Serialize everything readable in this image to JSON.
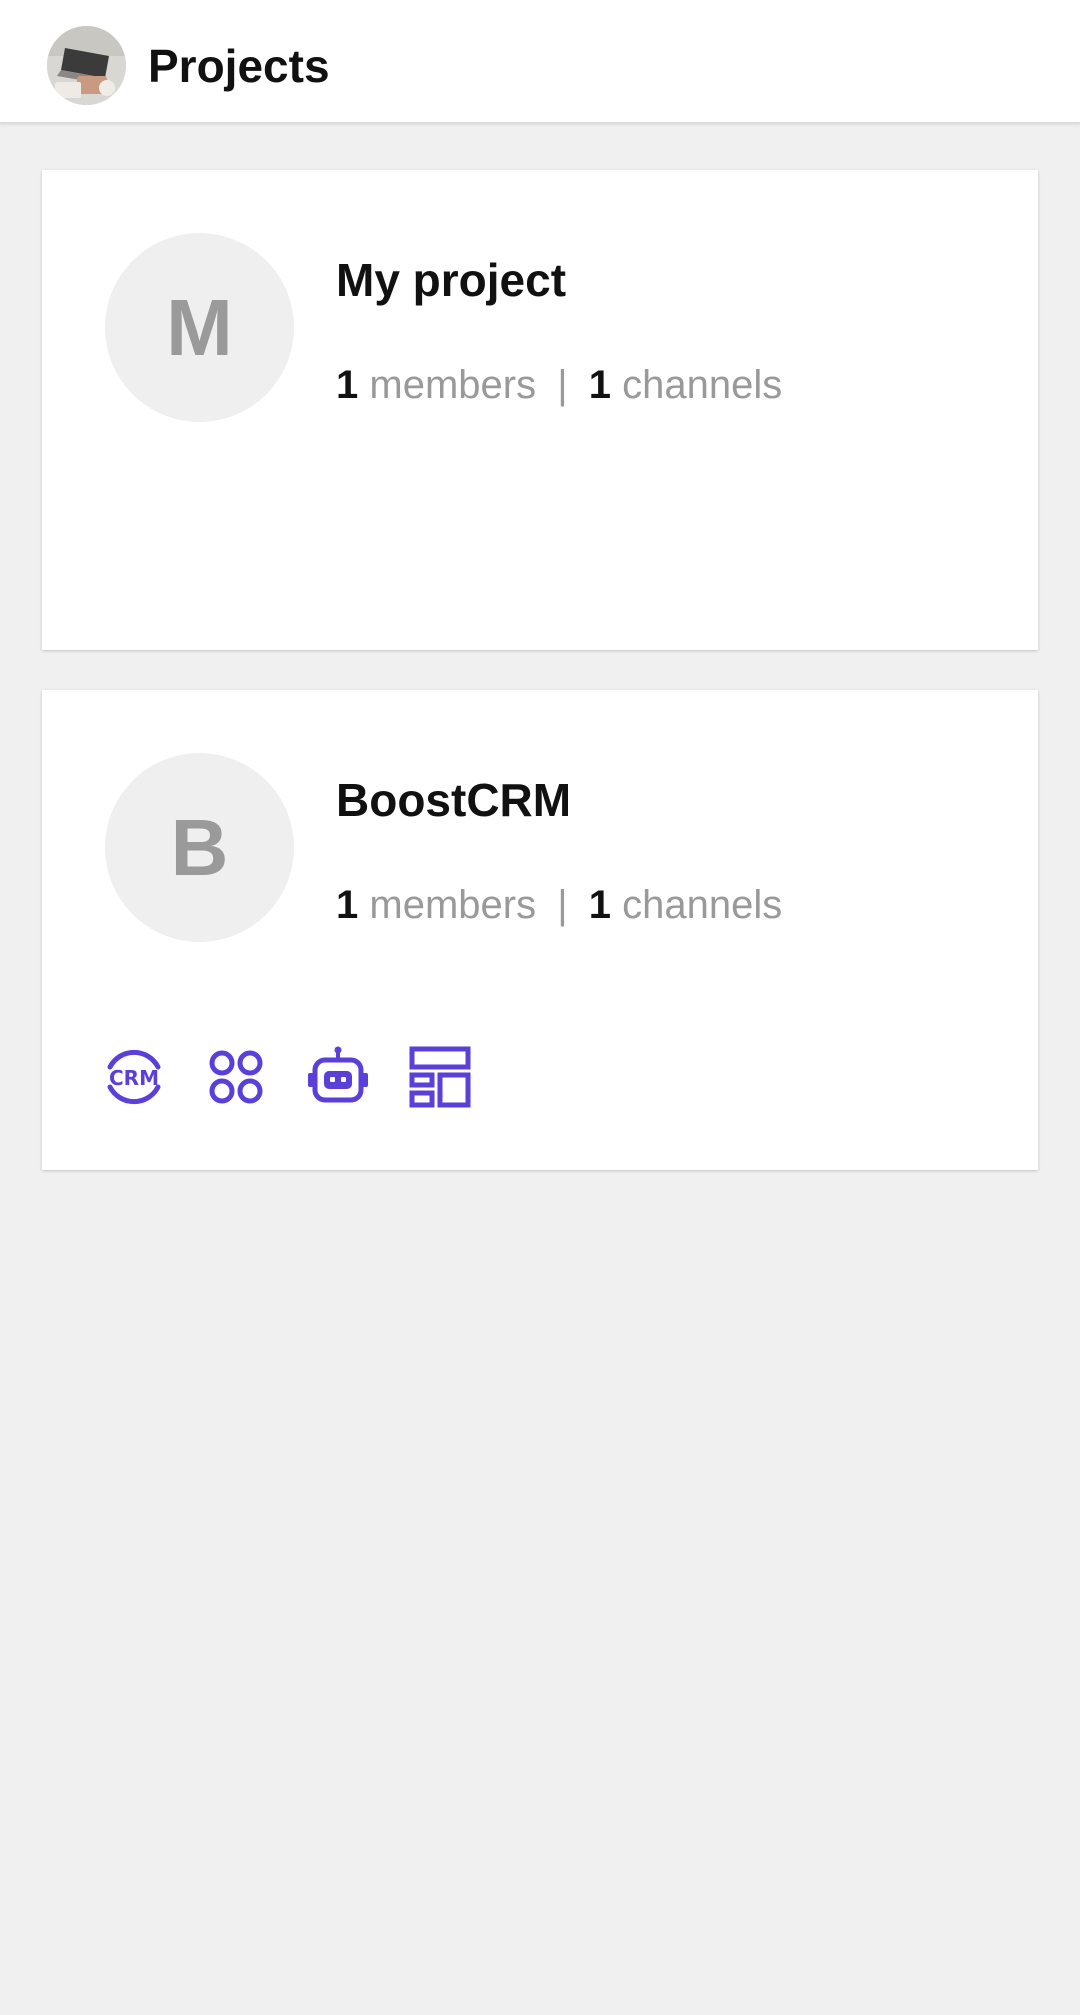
{
  "header": {
    "title": "Projects",
    "avatar_icon": "user-avatar-icon"
  },
  "accent_color": "#5b3fd9",
  "projects": [
    {
      "initial": "M",
      "name": "My project",
      "members_count": "1",
      "members_label": "members",
      "separator": "|",
      "channels_count": "1",
      "channels_label": "channels",
      "apps": []
    },
    {
      "initial": "B",
      "name": "BoostCRM",
      "members_count": "1",
      "members_label": "members",
      "separator": "|",
      "channels_count": "1",
      "channels_label": "channels",
      "apps": [
        {
          "icon": "crm-icon",
          "text": "CRM"
        },
        {
          "icon": "apps-grid-icon"
        },
        {
          "icon": "bot-icon"
        },
        {
          "icon": "dashboard-layout-icon"
        }
      ]
    }
  ]
}
